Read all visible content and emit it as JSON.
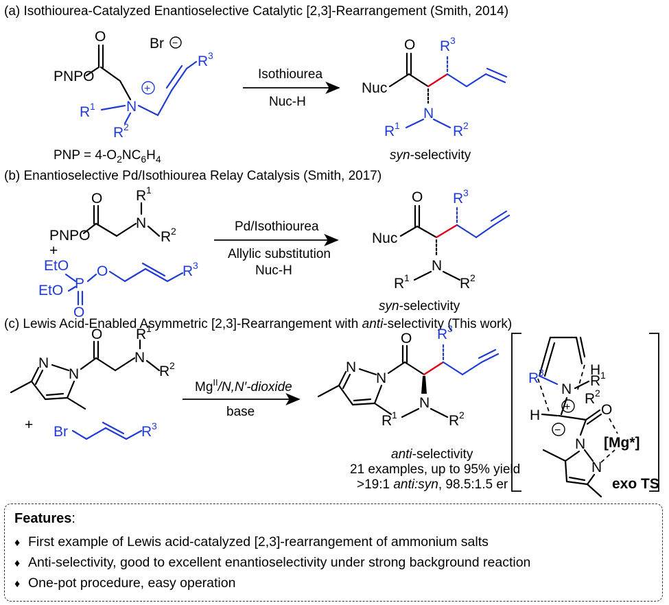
{
  "section_a": {
    "heading": "(a) Isothiourea-Catalyzed Enantioselective Catalytic [2,3]-Rearrangement (Smith, 2014)",
    "pnp_def_prefix": "PNP = 4-O",
    "pnp_def_sub1": "2",
    "pnp_def_mid": "NC",
    "pnp_def_sub2": "6",
    "pnp_def_h": "H",
    "pnp_def_sub3": "4",
    "reagent_top": "Isothiourea",
    "reagent_bottom": "Nuc-H",
    "selectivity_italic": "syn",
    "selectivity_rest": "-selectivity"
  },
  "section_b": {
    "heading": "(b) Enantioselective Pd/Isothiourea Relay Catalysis (Smith, 2017)",
    "reagent_top": "Pd/Isothiourea",
    "reagent_mid": "Allylic substitution",
    "reagent_bottom": "Nuc-H",
    "selectivity_italic": "syn",
    "selectivity_rest": "-selectivity"
  },
  "section_c": {
    "heading_pre": "(c) Lewis Acid-Enabled Asymmetric [2,3]-Rearrangement with ",
    "heading_italic": "anti",
    "heading_post": "-selectivity (This work)",
    "reagent_top_mg": "Mg",
    "reagent_top_sup": "II",
    "reagent_top_rest": "/N,N′-dioxide",
    "reagent_bottom": "base",
    "selectivity_italic": "anti",
    "selectivity_rest": "-selectivity",
    "examples": "21 examples, up to 95% yield",
    "dr_pre": ">19:1 ",
    "dr_italic": "anti:syn",
    "dr_post": ", 98.5:1.5 er",
    "ts_label": "exo TS",
    "mg_label": "[Mg*]"
  },
  "atoms": {
    "O": "O",
    "N": "N",
    "Br": "Br",
    "H": "H",
    "P": "P",
    "PNPO": "PNPO",
    "Nuc": "Nuc",
    "EtO": "EtO",
    "R1": "R",
    "R2": "R",
    "R3": "R",
    "s1": "1",
    "s2": "2",
    "s3": "3",
    "plus": "+",
    "plus_circle": "+",
    "minus_circle": "−"
  },
  "features": {
    "title": "Features",
    "colon": ":",
    "bullet": "♦",
    "items": [
      "First example of Lewis acid-catalyzed [2,3]-rearrangement of ammonium salts",
      "Anti-selectivity, good to excellent enantioselectivity under strong background reaction",
      "One-pot procedure, easy operation"
    ]
  },
  "colors": {
    "blue": "#1f3bd6",
    "red": "#e0001a",
    "black": "#000000"
  }
}
